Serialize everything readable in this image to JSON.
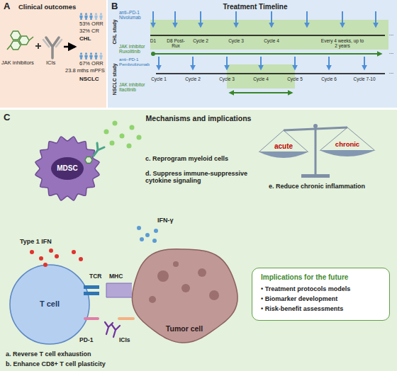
{
  "diagram": {
    "nodes": [
      {
        "text": [
          "A",
          "Clinical outcomes"
        ]
      },
      {
        "text": [
          "B",
          "Treatment Timeline"
        ]
      },
      {
        "text": [
          "C",
          "Mechanisms and implications"
        ]
      },
      {
        "text": [
          "MDSC"
        ],
        "in": 2
      },
      {
        "text": [
          "T cell"
        ],
        "in": 2
      },
      {
        "text": [
          "Tumor cell"
        ],
        "in": 2
      },
      {
        "text": [
          "Implications for the future",
          "• Treatment protocols models",
          "• Biomarker development",
          "• Risk-benefit assessments"
        ],
        "in": 2
      }
    ],
    "labels": [
      "JAK inhibitors",
      "ICIs",
      "53% ORR",
      "32% CR",
      "CHL",
      "67% ORR",
      "23.8 mths mPFS",
      "NSCLC",
      "CHL study",
      "anti–PD-1 Nivolumab",
      "D1",
      "D8 Post-Rux",
      "Cycle 2",
      "Cycle 3",
      "Cycle 4",
      "Every 4 weeks, up to 2 years",
      "...",
      "JAK inhibitor Ruxolitinib",
      "...",
      "NSCLC study",
      "anti–PD-1 Pembrolizumab",
      "Cycle 1",
      "Cycle 2",
      "Cycle 3",
      "Cycle 4",
      "Cycle 5",
      "Cycle 6",
      "Cycle 7-10",
      "...",
      "JAK inhibitor Itacitinib",
      "c. Reprogram myeloid cells",
      "d. Suppress immune-suppressive cytokine signaling",
      "acute",
      "chronic",
      "e. Reduce chronic inflammation",
      "Type 1 IFN",
      "IFN-γ",
      "TCR",
      "MHC",
      "PD-1",
      "ICIs",
      "a. Reverse T cell exhaustion",
      "b. Enhance CD8+ T cell plasticity"
    ]
  }
}
